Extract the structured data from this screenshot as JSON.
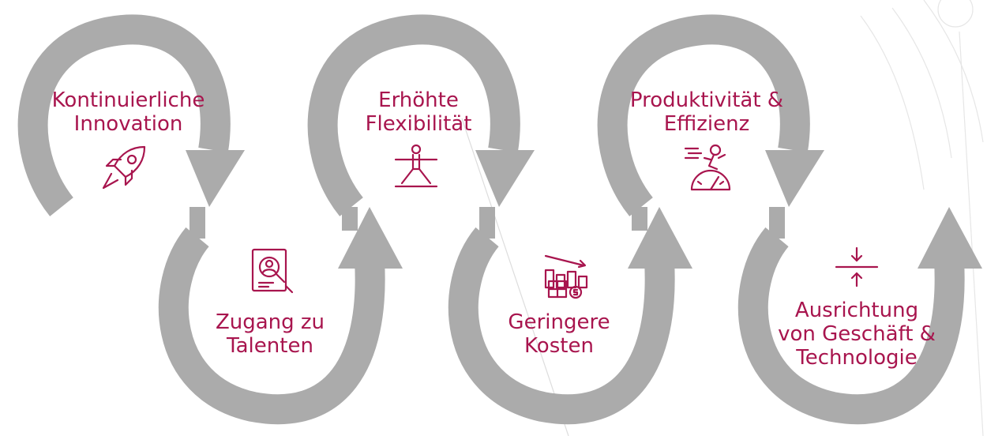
{
  "colors": {
    "accent": "#A8154E",
    "arrow": "#ABABAB",
    "background": "#FFFFFF"
  },
  "benefits": [
    {
      "line1": "Kontinuierliche",
      "line2": "Innovation",
      "line3": "",
      "icon": "rocket-icon"
    },
    {
      "line1": "Zugang zu",
      "line2": "Talenten",
      "line3": "",
      "icon": "talent-search-icon"
    },
    {
      "line1": "Erhöhte",
      "line2": "Flexibilität",
      "line3": "",
      "icon": "yoga-pose-icon"
    },
    {
      "line1": "Geringere",
      "line2": "Kosten",
      "line3": "",
      "icon": "cost-reduction-icon"
    },
    {
      "line1": "Produktivität &",
      "line2": "Effizienz",
      "line3": "",
      "icon": "speed-runner-icon"
    },
    {
      "line1": "Ausrichtung",
      "line2": "von Geschäft &",
      "line3": "Technologie",
      "icon": "alignment-arrows-icon"
    }
  ]
}
